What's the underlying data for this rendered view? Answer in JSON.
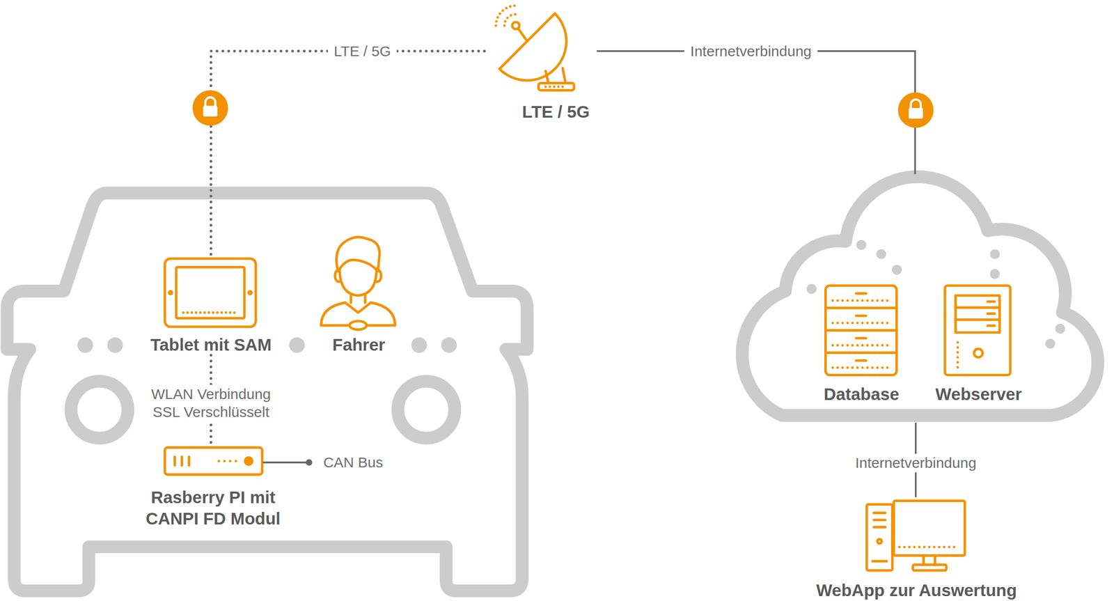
{
  "diagram": {
    "nodes": [
      {
        "text": [
          "LTE / 5G"
        ]
      },
      {
        "text": []
      },
      {
        "text": [
          "Tablet mit SAM"
        ],
        "in": 1
      },
      {
        "text": [
          "Fahrer"
        ],
        "in": 1
      },
      {
        "text": [
          "Rasberry PI mit CANPI FD Modul"
        ],
        "in": 1
      },
      {
        "text": []
      },
      {
        "text": [
          "Database"
        ],
        "in": 5
      },
      {
        "text": [
          "Webserver"
        ],
        "in": 5
      },
      {
        "text": [
          "WebApp zur Auswertung"
        ]
      }
    ],
    "edges": [
      {
        "from": 2,
        "to": 0,
        "label": "LTE / 5G",
        "arrow": "none"
      },
      {
        "from": 0,
        "to": 5,
        "label": "Internetverbindung",
        "arrow": "none"
      },
      {
        "from": 2,
        "to": 4,
        "label": "WLAN Verbindung SSL Verschlüsselt",
        "arrow": "none"
      },
      {
        "from": 5,
        "to": 8,
        "label": "Internetverbindung",
        "arrow": "none"
      }
    ],
    "labels": [
      "CAN Bus"
    ]
  }
}
